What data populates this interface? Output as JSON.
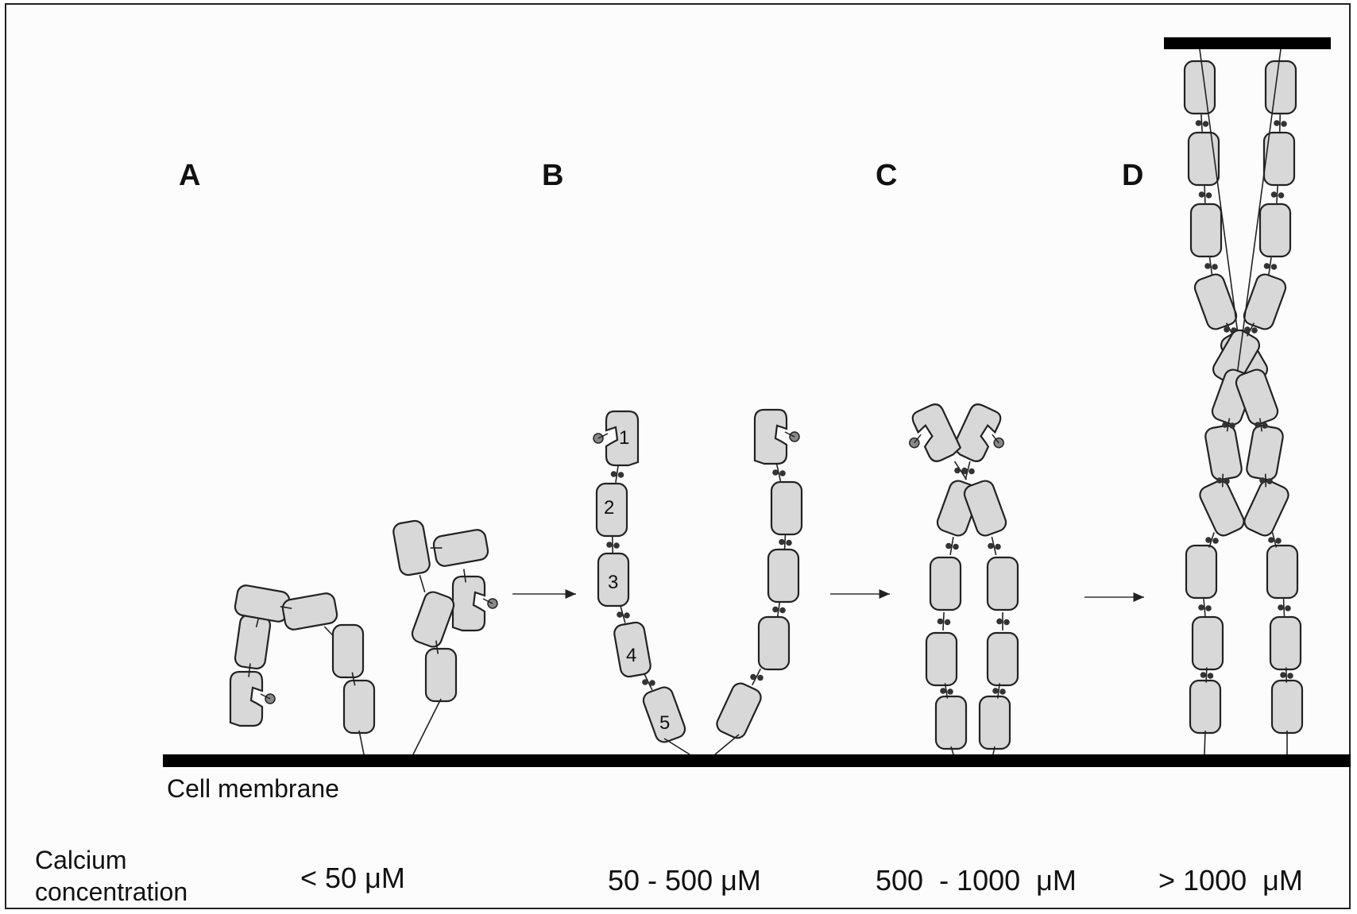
{
  "panels": [
    {
      "letter": "A",
      "concentration": "< 50 μM"
    },
    {
      "letter": "B",
      "concentration": "50 - 500 μM"
    },
    {
      "letter": "C",
      "concentration": "500  - 1000  μM"
    },
    {
      "letter": "D",
      "concentration": "> 1000  μM"
    }
  ],
  "domain_numbers": [
    "1",
    "2",
    "3",
    "4",
    "5"
  ],
  "membrane_label": "Cell membrane",
  "calcium_label_line1": "Calcium",
  "calcium_label_line2": "concentration",
  "colors": {
    "domain_fill": "#d8d8d8",
    "outline": "#222222",
    "membrane": "#000000",
    "calcium": "#333333"
  }
}
